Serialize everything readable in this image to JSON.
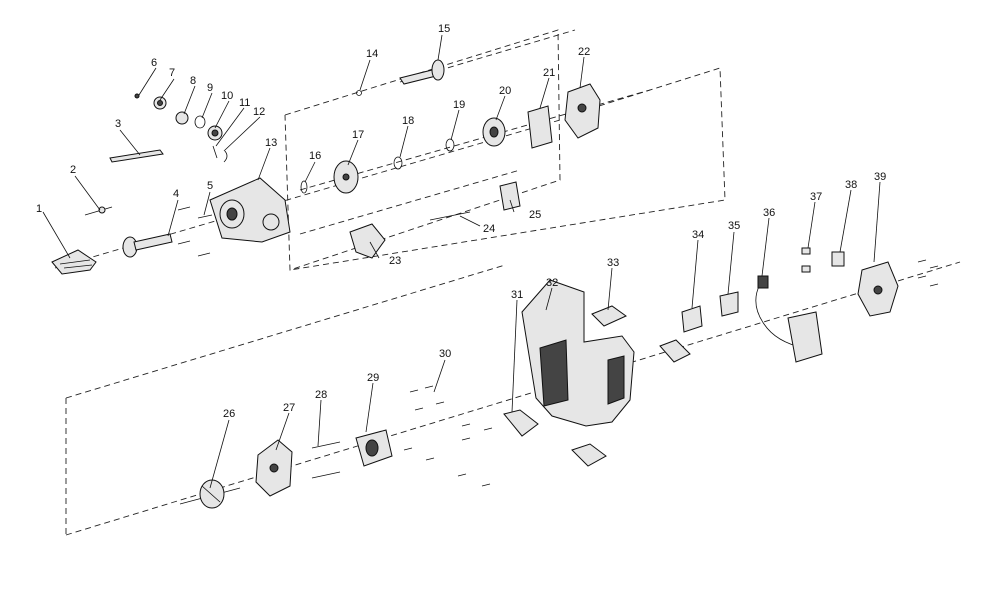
{
  "callouts": [
    {
      "n": "1"
    },
    {
      "n": "2"
    },
    {
      "n": "3"
    },
    {
      "n": "4"
    },
    {
      "n": "5"
    },
    {
      "n": "6"
    },
    {
      "n": "7"
    },
    {
      "n": "8"
    },
    {
      "n": "9"
    },
    {
      "n": "10"
    },
    {
      "n": "11"
    },
    {
      "n": "12"
    },
    {
      "n": "13"
    },
    {
      "n": "14"
    },
    {
      "n": "15"
    },
    {
      "n": "16"
    },
    {
      "n": "17"
    },
    {
      "n": "18"
    },
    {
      "n": "19"
    },
    {
      "n": "20"
    },
    {
      "n": "21"
    },
    {
      "n": "22"
    },
    {
      "n": "23"
    },
    {
      "n": "24"
    },
    {
      "n": "25"
    },
    {
      "n": "26"
    },
    {
      "n": "27"
    },
    {
      "n": "28"
    },
    {
      "n": "29"
    },
    {
      "n": "30"
    },
    {
      "n": "31"
    },
    {
      "n": "32"
    },
    {
      "n": "33"
    },
    {
      "n": "34"
    },
    {
      "n": "35"
    },
    {
      "n": "36"
    },
    {
      "n": "37"
    },
    {
      "n": "38"
    },
    {
      "n": "39"
    }
  ]
}
